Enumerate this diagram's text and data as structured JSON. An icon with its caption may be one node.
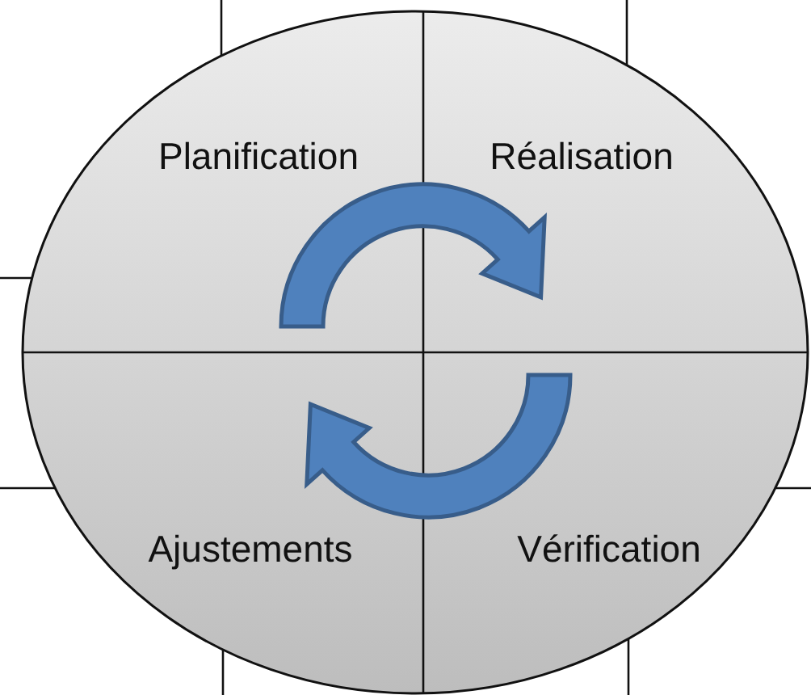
{
  "diagram": {
    "nodes": [
      {
        "text": [],
        "shape": "ellipse"
      },
      {
        "text": [
          "Planification"
        ],
        "in": 0
      },
      {
        "text": [
          "Réalisation"
        ],
        "in": 0
      },
      {
        "text": [
          "Ajustements"
        ],
        "in": 0
      },
      {
        "text": [
          "Vérification"
        ],
        "in": 0
      }
    ]
  }
}
